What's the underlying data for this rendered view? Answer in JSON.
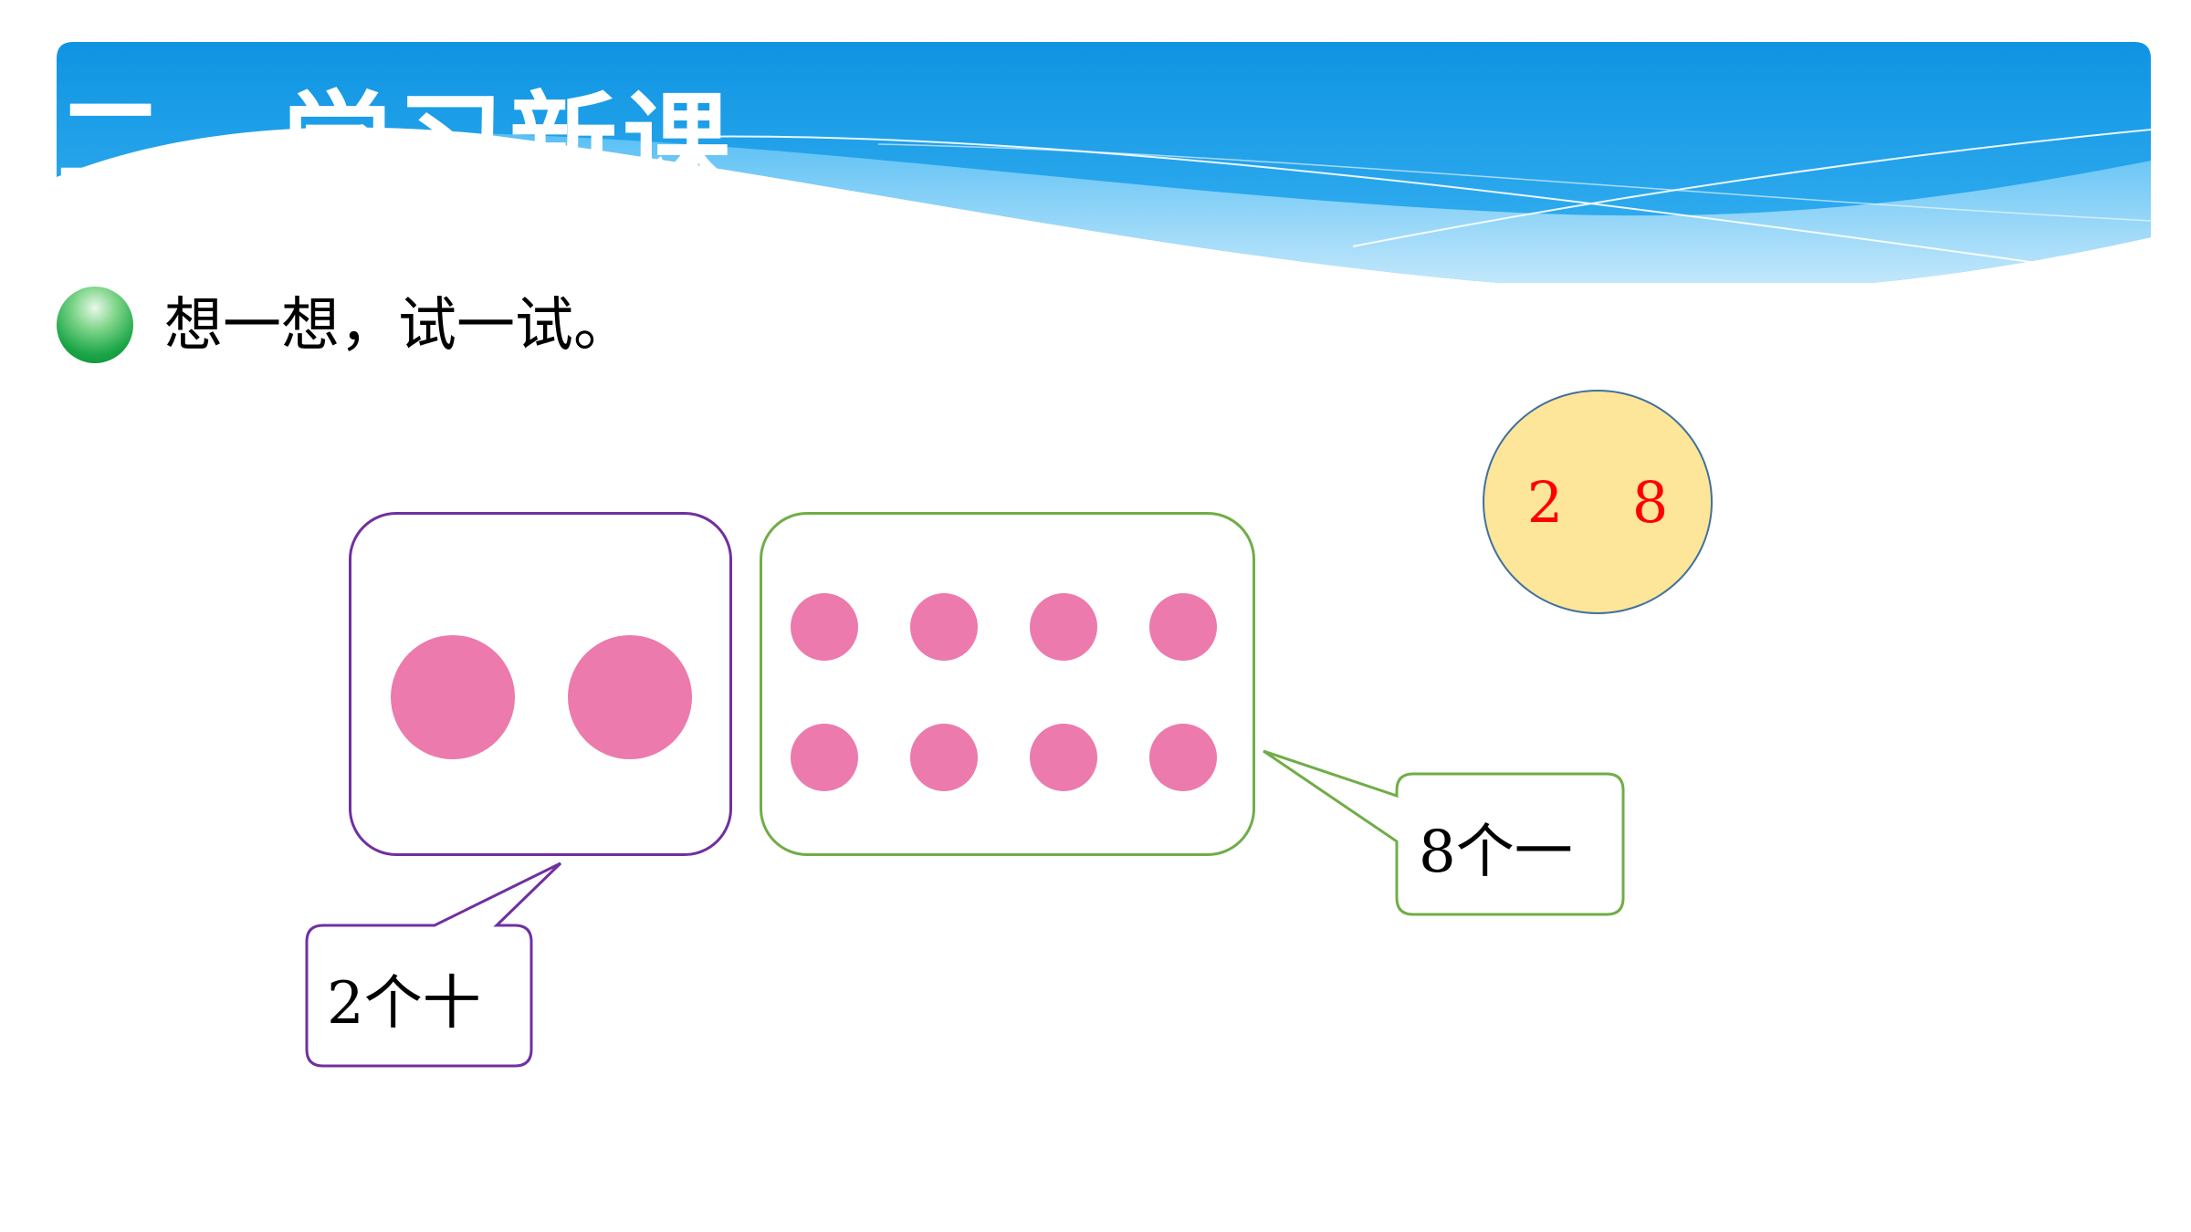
{
  "header": {
    "title": "二、学习新课"
  },
  "activity": {
    "heading": "想一想，试一试。"
  },
  "number": {
    "value": "2 8"
  },
  "tens": {
    "label": "2个十"
  },
  "ones": {
    "label": "8个一"
  },
  "colors": {
    "header_blue": "#1a9be6",
    "tens_border": "#7030a0",
    "ones_border": "#70ad47",
    "dot_pink": "#ec7aad",
    "number_fill": "#fde59a",
    "number_text": "#ff0000"
  }
}
